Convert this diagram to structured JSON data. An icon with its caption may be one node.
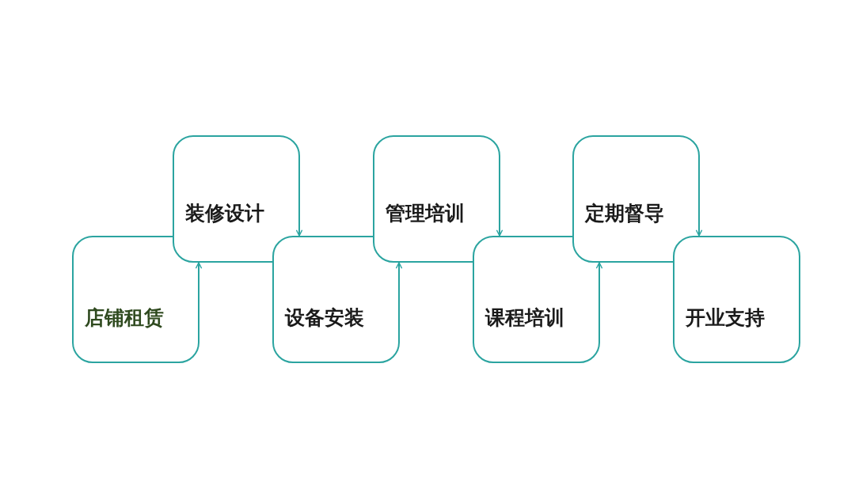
{
  "diagram": {
    "nodes": [
      {
        "text": [
          "店铺租赁"
        ]
      },
      {
        "text": [
          "装修设计"
        ]
      },
      {
        "text": [
          "设备安装"
        ]
      },
      {
        "text": [
          "管理培训"
        ]
      },
      {
        "text": [
          "课程培训"
        ]
      },
      {
        "text": [
          "定期督导"
        ]
      },
      {
        "text": [
          "开业支持"
        ]
      }
    ],
    "edges": [
      {
        "from": 0,
        "to": 1,
        "arrow": "to"
      },
      {
        "from": 1,
        "to": 2,
        "arrow": "to"
      },
      {
        "from": 2,
        "to": 3,
        "arrow": "to"
      },
      {
        "from": 3,
        "to": 4,
        "arrow": "to"
      },
      {
        "from": 4,
        "to": 5,
        "arrow": "to"
      },
      {
        "from": 5,
        "to": 6,
        "arrow": "to"
      }
    ]
  }
}
